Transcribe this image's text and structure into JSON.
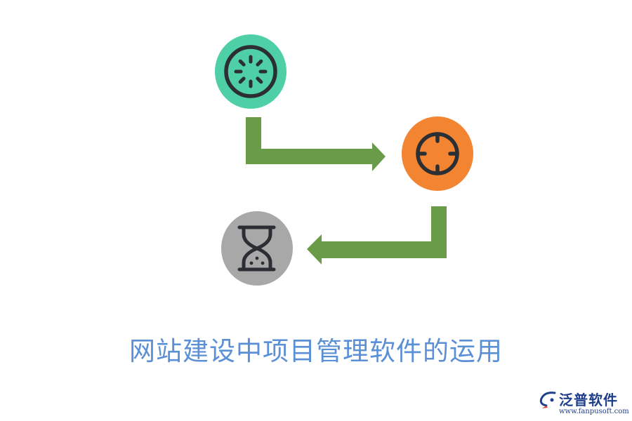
{
  "caption": "网站建设中项目管理软件的运用",
  "logo": {
    "name": "泛普软件",
    "url": "www.fanpusoft.com"
  },
  "icons": {
    "step1": "gear-icon",
    "step2": "crosshair-icon",
    "step3": "hourglass-icon"
  },
  "colors": {
    "step1": "#4ecfa5",
    "step2": "#f38432",
    "step3": "#a8a8a8",
    "arrow": "#6a9b48",
    "icon_stroke": "#2b2f33",
    "caption": "#5b8fd6",
    "logo": "#1f3e8c"
  }
}
